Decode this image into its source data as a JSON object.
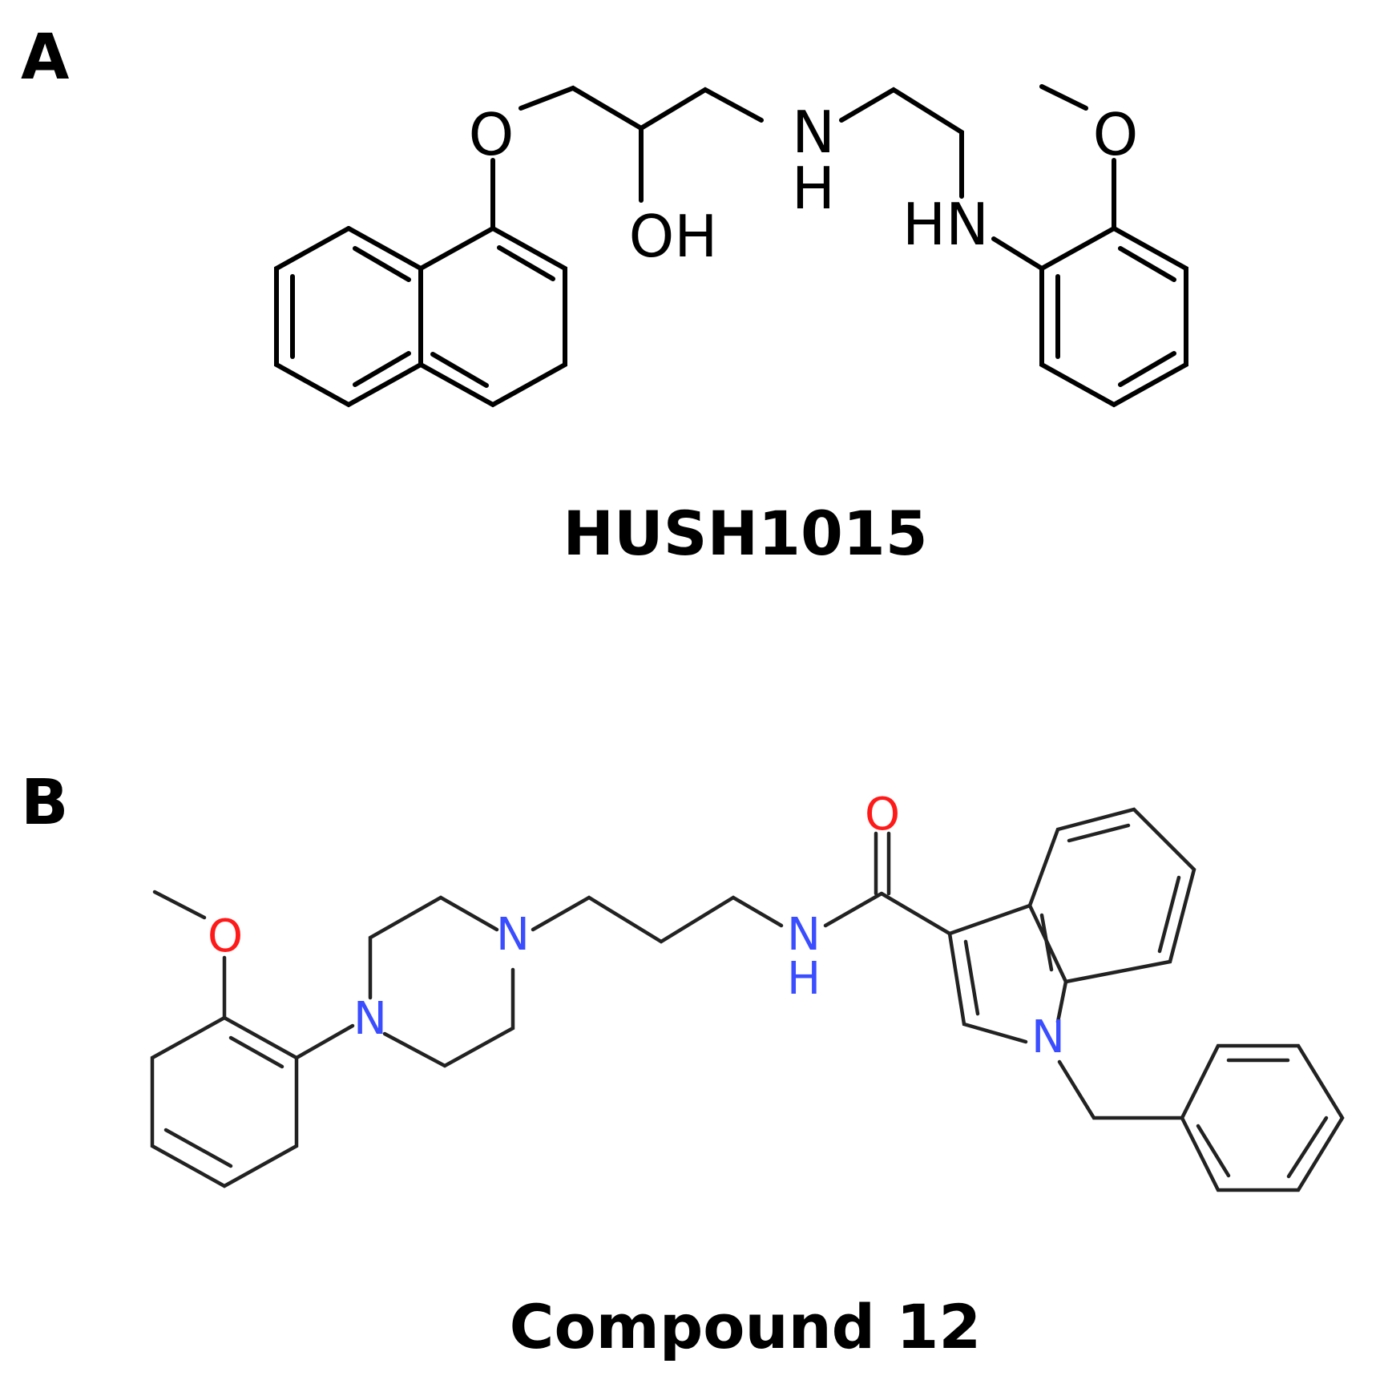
{
  "panels": [
    {
      "label": "A",
      "compound_name": "HUSH1015",
      "atoms": {
        "o_ether": "O",
        "hydroxyl": "OH",
        "amine_n": "N",
        "amine_h": "H",
        "hn": "HN",
        "o_methoxy": "O"
      }
    },
    {
      "label": "B",
      "compound_name": "Compound 12",
      "atoms": {
        "o_methoxy": "O",
        "n_pip_top": "N",
        "n_pip_bottom": "N",
        "amide_n": "N",
        "amide_h": "H",
        "carbonyl_o": "O",
        "indole_n": "N"
      }
    }
  ],
  "colors": {
    "bond": "#000000",
    "nitrogen": "#3a4dff",
    "oxygen": "#ff1a1a",
    "text": "#000000"
  }
}
